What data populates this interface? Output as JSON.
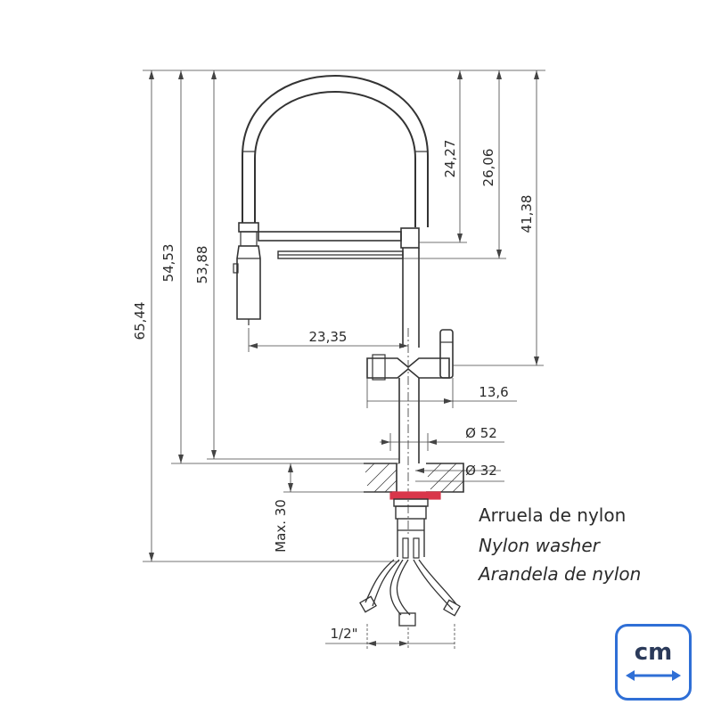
{
  "dimensions": {
    "h_total": "65,44",
    "h_54": "54,53",
    "h_53": "53,88",
    "h_24": "24,27",
    "h_26": "26,06",
    "h_41": "41,38",
    "w_spout": "23,35",
    "w_handle": "13,6",
    "d_base": "Ø 52",
    "d_hole": "Ø 32",
    "max_thickness": "Max. 30",
    "thread": "1/2\""
  },
  "washer": {
    "label_pt": "Arruela de nylon",
    "label_en": "Nylon washer",
    "label_es": "Arandela de nylon"
  },
  "unit_badge": {
    "unit": "cm"
  },
  "colors": {
    "line": "#333333",
    "washer": "#d9364a",
    "accent": "#2f6fd6"
  }
}
